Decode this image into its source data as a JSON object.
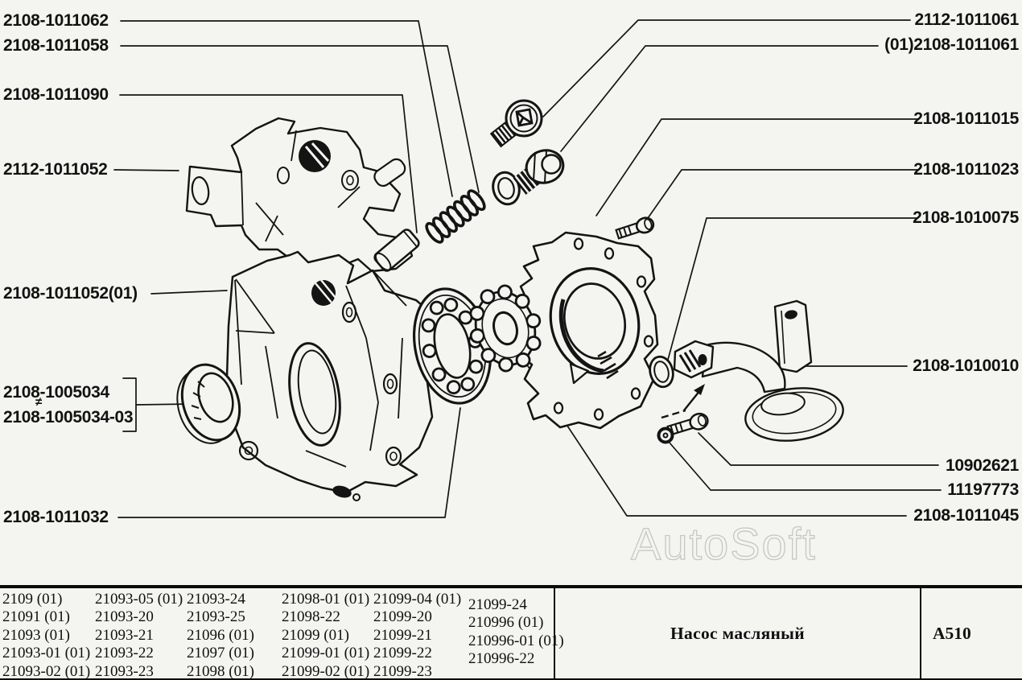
{
  "watermark": {
    "text": "AutoSoft"
  },
  "callouts": {
    "left": [
      "2108-1011062",
      "2108-1011058",
      "2108-1011090",
      "2112-1011052",
      "2108-1011052(01)",
      "2108-1005034",
      "2108-1005034-03",
      "2108-1011032"
    ],
    "not_equal_symbol": "≠",
    "right": [
      "2112-1011061",
      "(01)2108-1011061",
      "2108-1011015",
      "2108-1011023",
      "2108-1010075",
      "2108-1010010",
      "10902621",
      "11197773",
      "2108-1011045"
    ]
  },
  "parts_table": {
    "model_columns": [
      [
        "2109 (01)",
        "21091 (01)",
        "21093 (01)",
        "21093-01 (01)",
        "21093-02 (01)"
      ],
      [
        "21093-05 (01)",
        "21093-20",
        "21093-21",
        "21093-22",
        "21093-23"
      ],
      [
        "21093-24",
        "21093-25",
        "21096 (01)",
        "21097 (01)",
        "21098 (01)"
      ],
      [
        "21098-01 (01)",
        "21098-22",
        "21099 (01)",
        "21099-01 (01)",
        "21099-02 (01)"
      ],
      [
        "21099-04 (01)",
        "21099-20",
        "21099-21",
        "21099-22",
        "21099-23"
      ],
      [
        "21099-24",
        "210996 (01)",
        "210996-01 (01)",
        "210996-22"
      ]
    ],
    "part_name": "Насос масляный",
    "section_code": "А510"
  },
  "colors": {
    "ink": "#141414",
    "paper": "#f4f4f1",
    "watermark_outline": "#c6c6c3"
  }
}
